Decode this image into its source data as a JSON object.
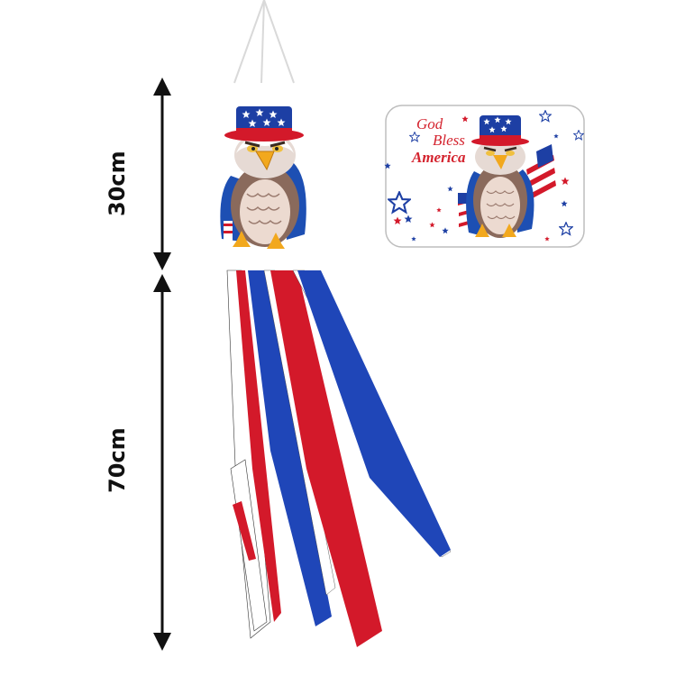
{
  "dimensions": {
    "top_section": "30cm",
    "bottom_section": "70cm"
  },
  "card": {
    "line1": "God",
    "line2": "Bless",
    "line3": "America"
  },
  "colors": {
    "red": "#d3192a",
    "blue": "#1f46b8",
    "white": "#ffffff",
    "hat_blue": "#1d3fa4",
    "eagle_brown": "#7a5a4e",
    "beak": "#f2a81d",
    "arrow": "#111111"
  },
  "icons": [
    "double-arrow-icon",
    "eagle-icon",
    "star-icon",
    "flag-icon"
  ]
}
